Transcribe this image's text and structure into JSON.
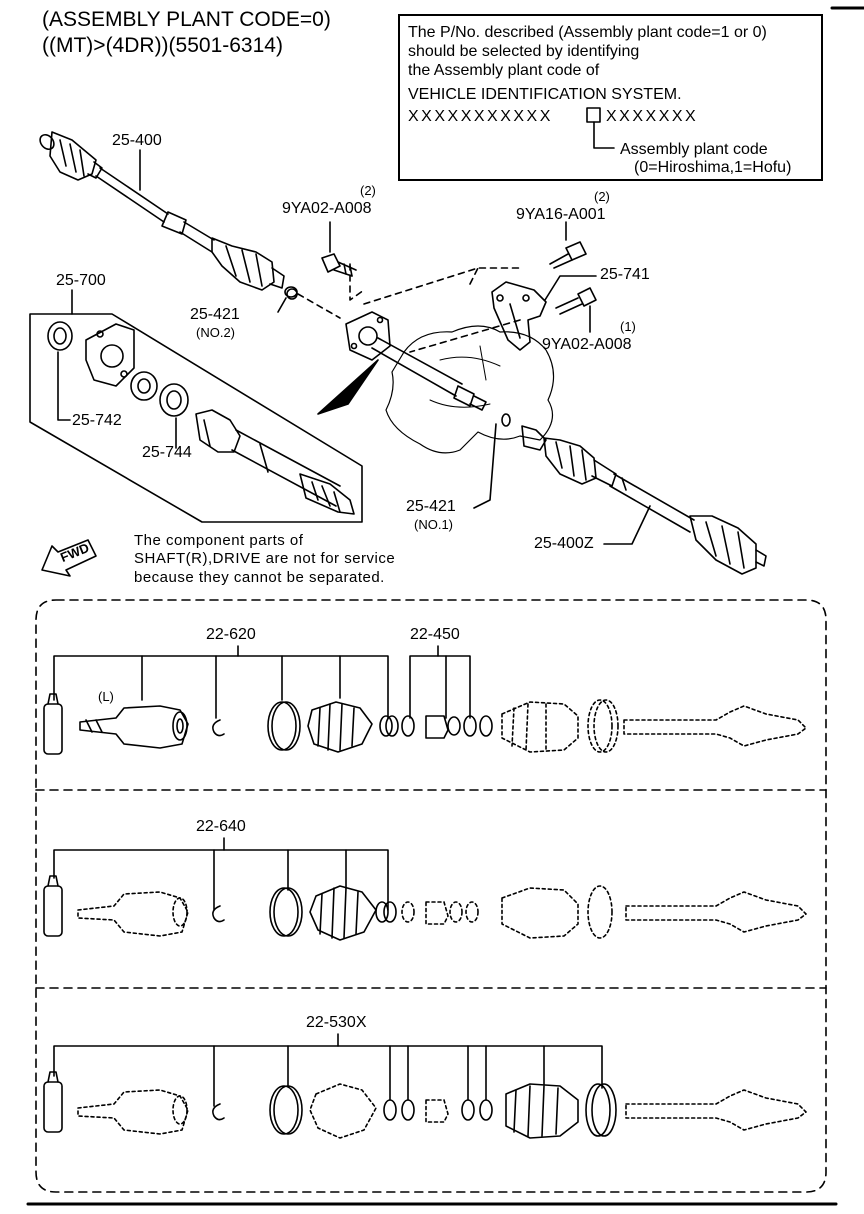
{
  "title": {
    "line1": "(ASSEMBLY PLANT CODE=0)",
    "line2": "((MT)>(4DR))(5501-6314)"
  },
  "info_box": {
    "line1": "The P/No. described (Assembly plant code=1 or 0)",
    "line2": "should be selected by identifying",
    "line3": "the Assembly plant code of",
    "line4": "VEHICLE IDENTIFICATION SYSTEM.",
    "vin_left": "XXXXXXXXXXX",
    "vin_right": "XXXXXXX",
    "plant_label": "Assembly plant code",
    "plant_values": "(0=Hiroshima,1=Hofu)"
  },
  "callouts": {
    "c25_400": "25-400",
    "c9ya02_top_qty": "(2)",
    "c9ya02_top": "9YA02-A008",
    "c9ya16_qty": "(2)",
    "c9ya16": "9YA16-A001",
    "c25_741": "25-741",
    "c9ya02_right_qty": "(1)",
    "c9ya02_right": "9YA02-A008",
    "c25_700": "25-700",
    "c25_421_a": "25-421",
    "c25_421_a_sub": "(NO.2)",
    "c25_742": "25-742",
    "c25_744": "25-744",
    "c25_421_b": "25-421",
    "c25_421_b_sub": "(NO.1)",
    "c25_400z": "25-400Z",
    "fwd": "FWD",
    "c22_620": "22-620",
    "c22_450": "22-450",
    "c_l": "(L)",
    "c22_640": "22-640",
    "c22_530x": "22-530X"
  },
  "service_note": {
    "line1": "The component parts of",
    "line2": "SHAFT(R),DRIVE are not for service",
    "line3": "because they cannot be separated."
  },
  "colors": {
    "ink": "#000000",
    "paper": "#ffffff"
  }
}
